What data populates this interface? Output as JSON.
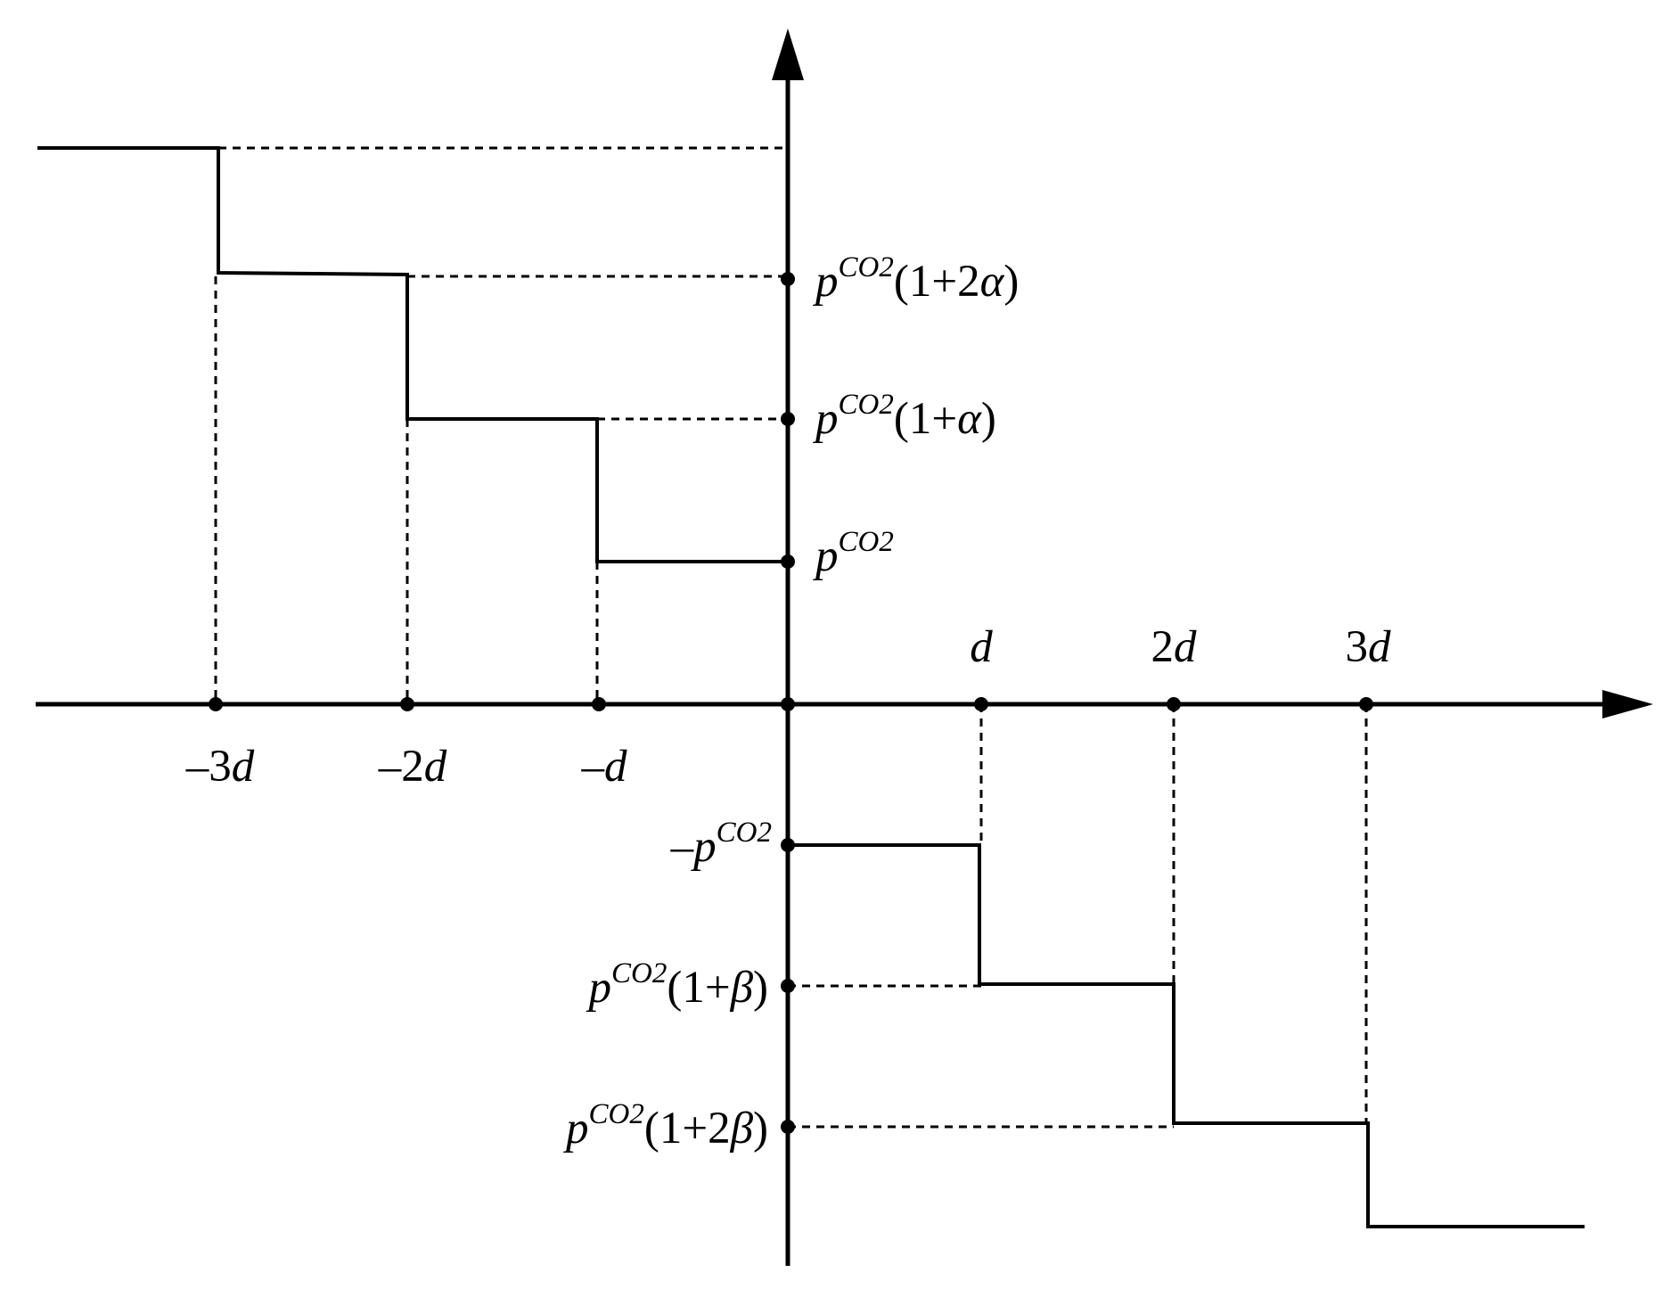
{
  "diagram": {
    "colors": {
      "ink": "#000000",
      "background": "#ffffff"
    },
    "x_tick_labels": {
      "pos_1": {
        "coef": "",
        "var": "d"
      },
      "pos_2": {
        "coef": "2",
        "var": "d"
      },
      "pos_3": {
        "coef": "3",
        "var": "d"
      },
      "neg_1": {
        "minus": "–",
        "coef": "",
        "var": "d"
      },
      "neg_2": {
        "minus": "–",
        "coef": "2",
        "var": "d"
      },
      "neg_3": {
        "minus": "–",
        "coef": "3",
        "var": "d"
      }
    },
    "y_tick_labels": {
      "upper_1": {
        "base": "p",
        "sup": "CO2",
        "tail": ""
      },
      "upper_2": {
        "base": "p",
        "sup": "CO2",
        "open": "(1+",
        "greek": "α",
        "close": ")"
      },
      "upper_3": {
        "base": "p",
        "sup": "CO2",
        "open": "(1+2",
        "greek": "α",
        "close": ")"
      },
      "lower_1": {
        "minus": "–",
        "base": "p",
        "sup": "CO2"
      },
      "lower_2": {
        "base": "p",
        "sup": "CO2",
        "open": "(1+",
        "greek": "β",
        "close": ")"
      },
      "lower_3": {
        "base": "p",
        "sup": "CO2",
        "open": "(1+2",
        "greek": "β",
        "close": ")"
      }
    }
  }
}
